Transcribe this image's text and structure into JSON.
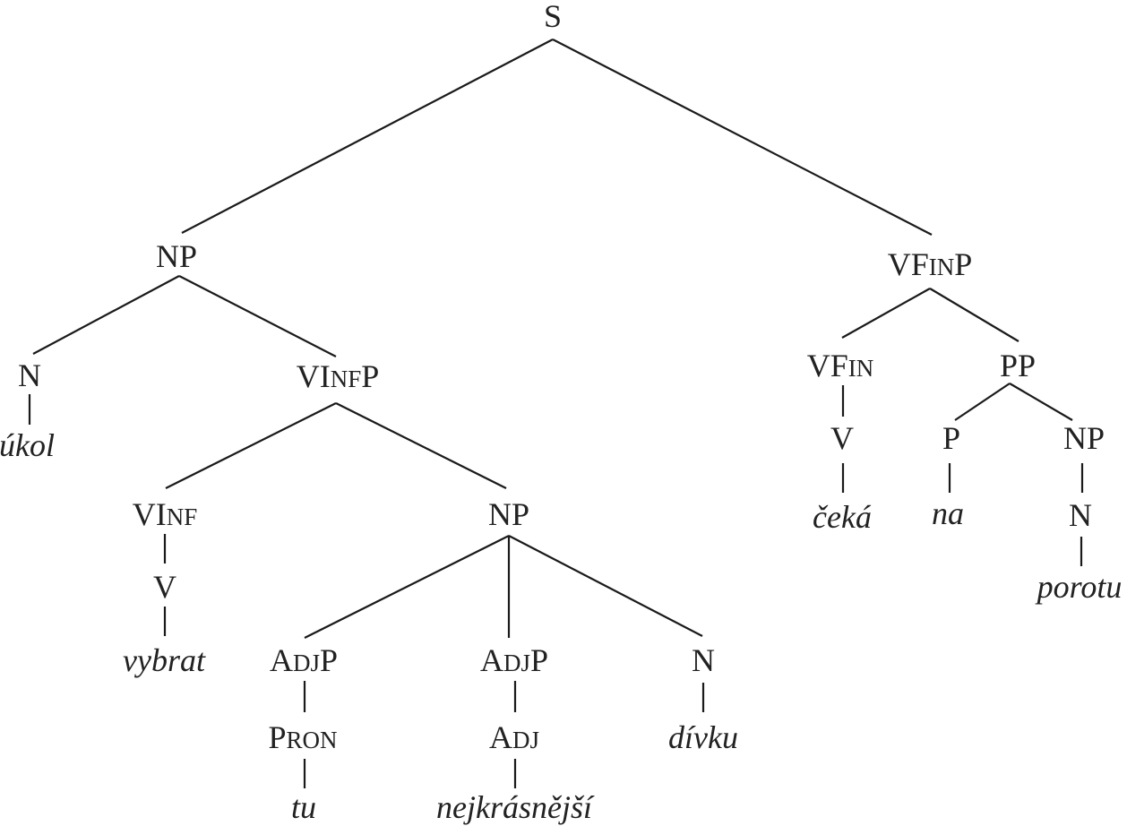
{
  "tree": {
    "nodes": [
      {
        "id": "s",
        "kind": "cat",
        "parts": [
          {
            "t": "S"
          }
        ]
      },
      {
        "id": "np1",
        "kind": "cat",
        "parts": [
          {
            "t": "NP"
          }
        ]
      },
      {
        "id": "n1",
        "kind": "cat",
        "parts": [
          {
            "t": "N"
          }
        ]
      },
      {
        "id": "w-ukol",
        "kind": "word",
        "parts": [
          {
            "t": "úkol"
          }
        ]
      },
      {
        "id": "vinfp",
        "kind": "cat",
        "parts": [
          {
            "t": "VI"
          },
          {
            "t": "NF",
            "sc": true
          },
          {
            "t": "P"
          }
        ]
      },
      {
        "id": "vinf",
        "kind": "cat",
        "parts": [
          {
            "t": "VI"
          },
          {
            "t": "NF",
            "sc": true
          }
        ]
      },
      {
        "id": "v1",
        "kind": "cat",
        "parts": [
          {
            "t": "V"
          }
        ]
      },
      {
        "id": "w-vybrat",
        "kind": "word",
        "parts": [
          {
            "t": "vybrat"
          }
        ]
      },
      {
        "id": "np2",
        "kind": "cat",
        "parts": [
          {
            "t": "NP"
          }
        ]
      },
      {
        "id": "adjp1",
        "kind": "cat",
        "parts": [
          {
            "t": "A"
          },
          {
            "t": "DJ",
            "sc": true
          },
          {
            "t": "P"
          }
        ]
      },
      {
        "id": "pron",
        "kind": "cat",
        "parts": [
          {
            "t": "P"
          },
          {
            "t": "RON",
            "sc": true
          }
        ]
      },
      {
        "id": "w-tu",
        "kind": "word",
        "parts": [
          {
            "t": "tu"
          }
        ]
      },
      {
        "id": "adjp2",
        "kind": "cat",
        "parts": [
          {
            "t": "A"
          },
          {
            "t": "DJ",
            "sc": true
          },
          {
            "t": "P"
          }
        ]
      },
      {
        "id": "adj",
        "kind": "cat",
        "parts": [
          {
            "t": "A"
          },
          {
            "t": "DJ",
            "sc": true
          }
        ]
      },
      {
        "id": "w-nejkrasnejsi",
        "kind": "word",
        "parts": [
          {
            "t": "nejkrásnější"
          }
        ]
      },
      {
        "id": "n2",
        "kind": "cat",
        "parts": [
          {
            "t": "N"
          }
        ]
      },
      {
        "id": "w-divku",
        "kind": "word",
        "parts": [
          {
            "t": "dívku"
          }
        ]
      },
      {
        "id": "vfinp",
        "kind": "cat",
        "parts": [
          {
            "t": "VF"
          },
          {
            "t": "IN",
            "sc": true
          },
          {
            "t": "P"
          }
        ]
      },
      {
        "id": "vfin",
        "kind": "cat",
        "parts": [
          {
            "t": "VF"
          },
          {
            "t": "IN",
            "sc": true
          }
        ]
      },
      {
        "id": "v2",
        "kind": "cat",
        "parts": [
          {
            "t": "V"
          }
        ]
      },
      {
        "id": "w-ceka",
        "kind": "word",
        "parts": [
          {
            "t": "čeká"
          }
        ]
      },
      {
        "id": "pp",
        "kind": "cat",
        "parts": [
          {
            "t": "PP"
          }
        ]
      },
      {
        "id": "p",
        "kind": "cat",
        "parts": [
          {
            "t": "P"
          }
        ]
      },
      {
        "id": "w-na",
        "kind": "word",
        "parts": [
          {
            "t": "na"
          }
        ]
      },
      {
        "id": "np3",
        "kind": "cat",
        "parts": [
          {
            "t": "NP"
          }
        ]
      },
      {
        "id": "n3",
        "kind": "cat",
        "parts": [
          {
            "t": "N"
          }
        ]
      },
      {
        "id": "w-porotu",
        "kind": "word",
        "parts": [
          {
            "t": "porotu"
          }
        ]
      }
    ],
    "edges": [
      [
        "s",
        "np1"
      ],
      [
        "s",
        "vfinp"
      ],
      [
        "np1",
        "n1"
      ],
      [
        "np1",
        "vinfp"
      ],
      [
        "n1",
        "w-ukol"
      ],
      [
        "vinfp",
        "vinf"
      ],
      [
        "vinfp",
        "np2"
      ],
      [
        "vinf",
        "v1"
      ],
      [
        "v1",
        "w-vybrat"
      ],
      [
        "np2",
        "adjp1"
      ],
      [
        "np2",
        "adjp2"
      ],
      [
        "np2",
        "n2"
      ],
      [
        "adjp1",
        "pron"
      ],
      [
        "pron",
        "w-tu"
      ],
      [
        "adjp2",
        "adj"
      ],
      [
        "adj",
        "w-nejkrasnejsi"
      ],
      [
        "n2",
        "w-divku"
      ],
      [
        "vfinp",
        "vfin"
      ],
      [
        "vfinp",
        "pp"
      ],
      [
        "vfin",
        "v2"
      ],
      [
        "v2",
        "w-ceka"
      ],
      [
        "pp",
        "p"
      ],
      [
        "pp",
        "np3"
      ],
      [
        "p",
        "w-na"
      ],
      [
        "np3",
        "n3"
      ],
      [
        "n3",
        "w-porotu"
      ]
    ]
  }
}
